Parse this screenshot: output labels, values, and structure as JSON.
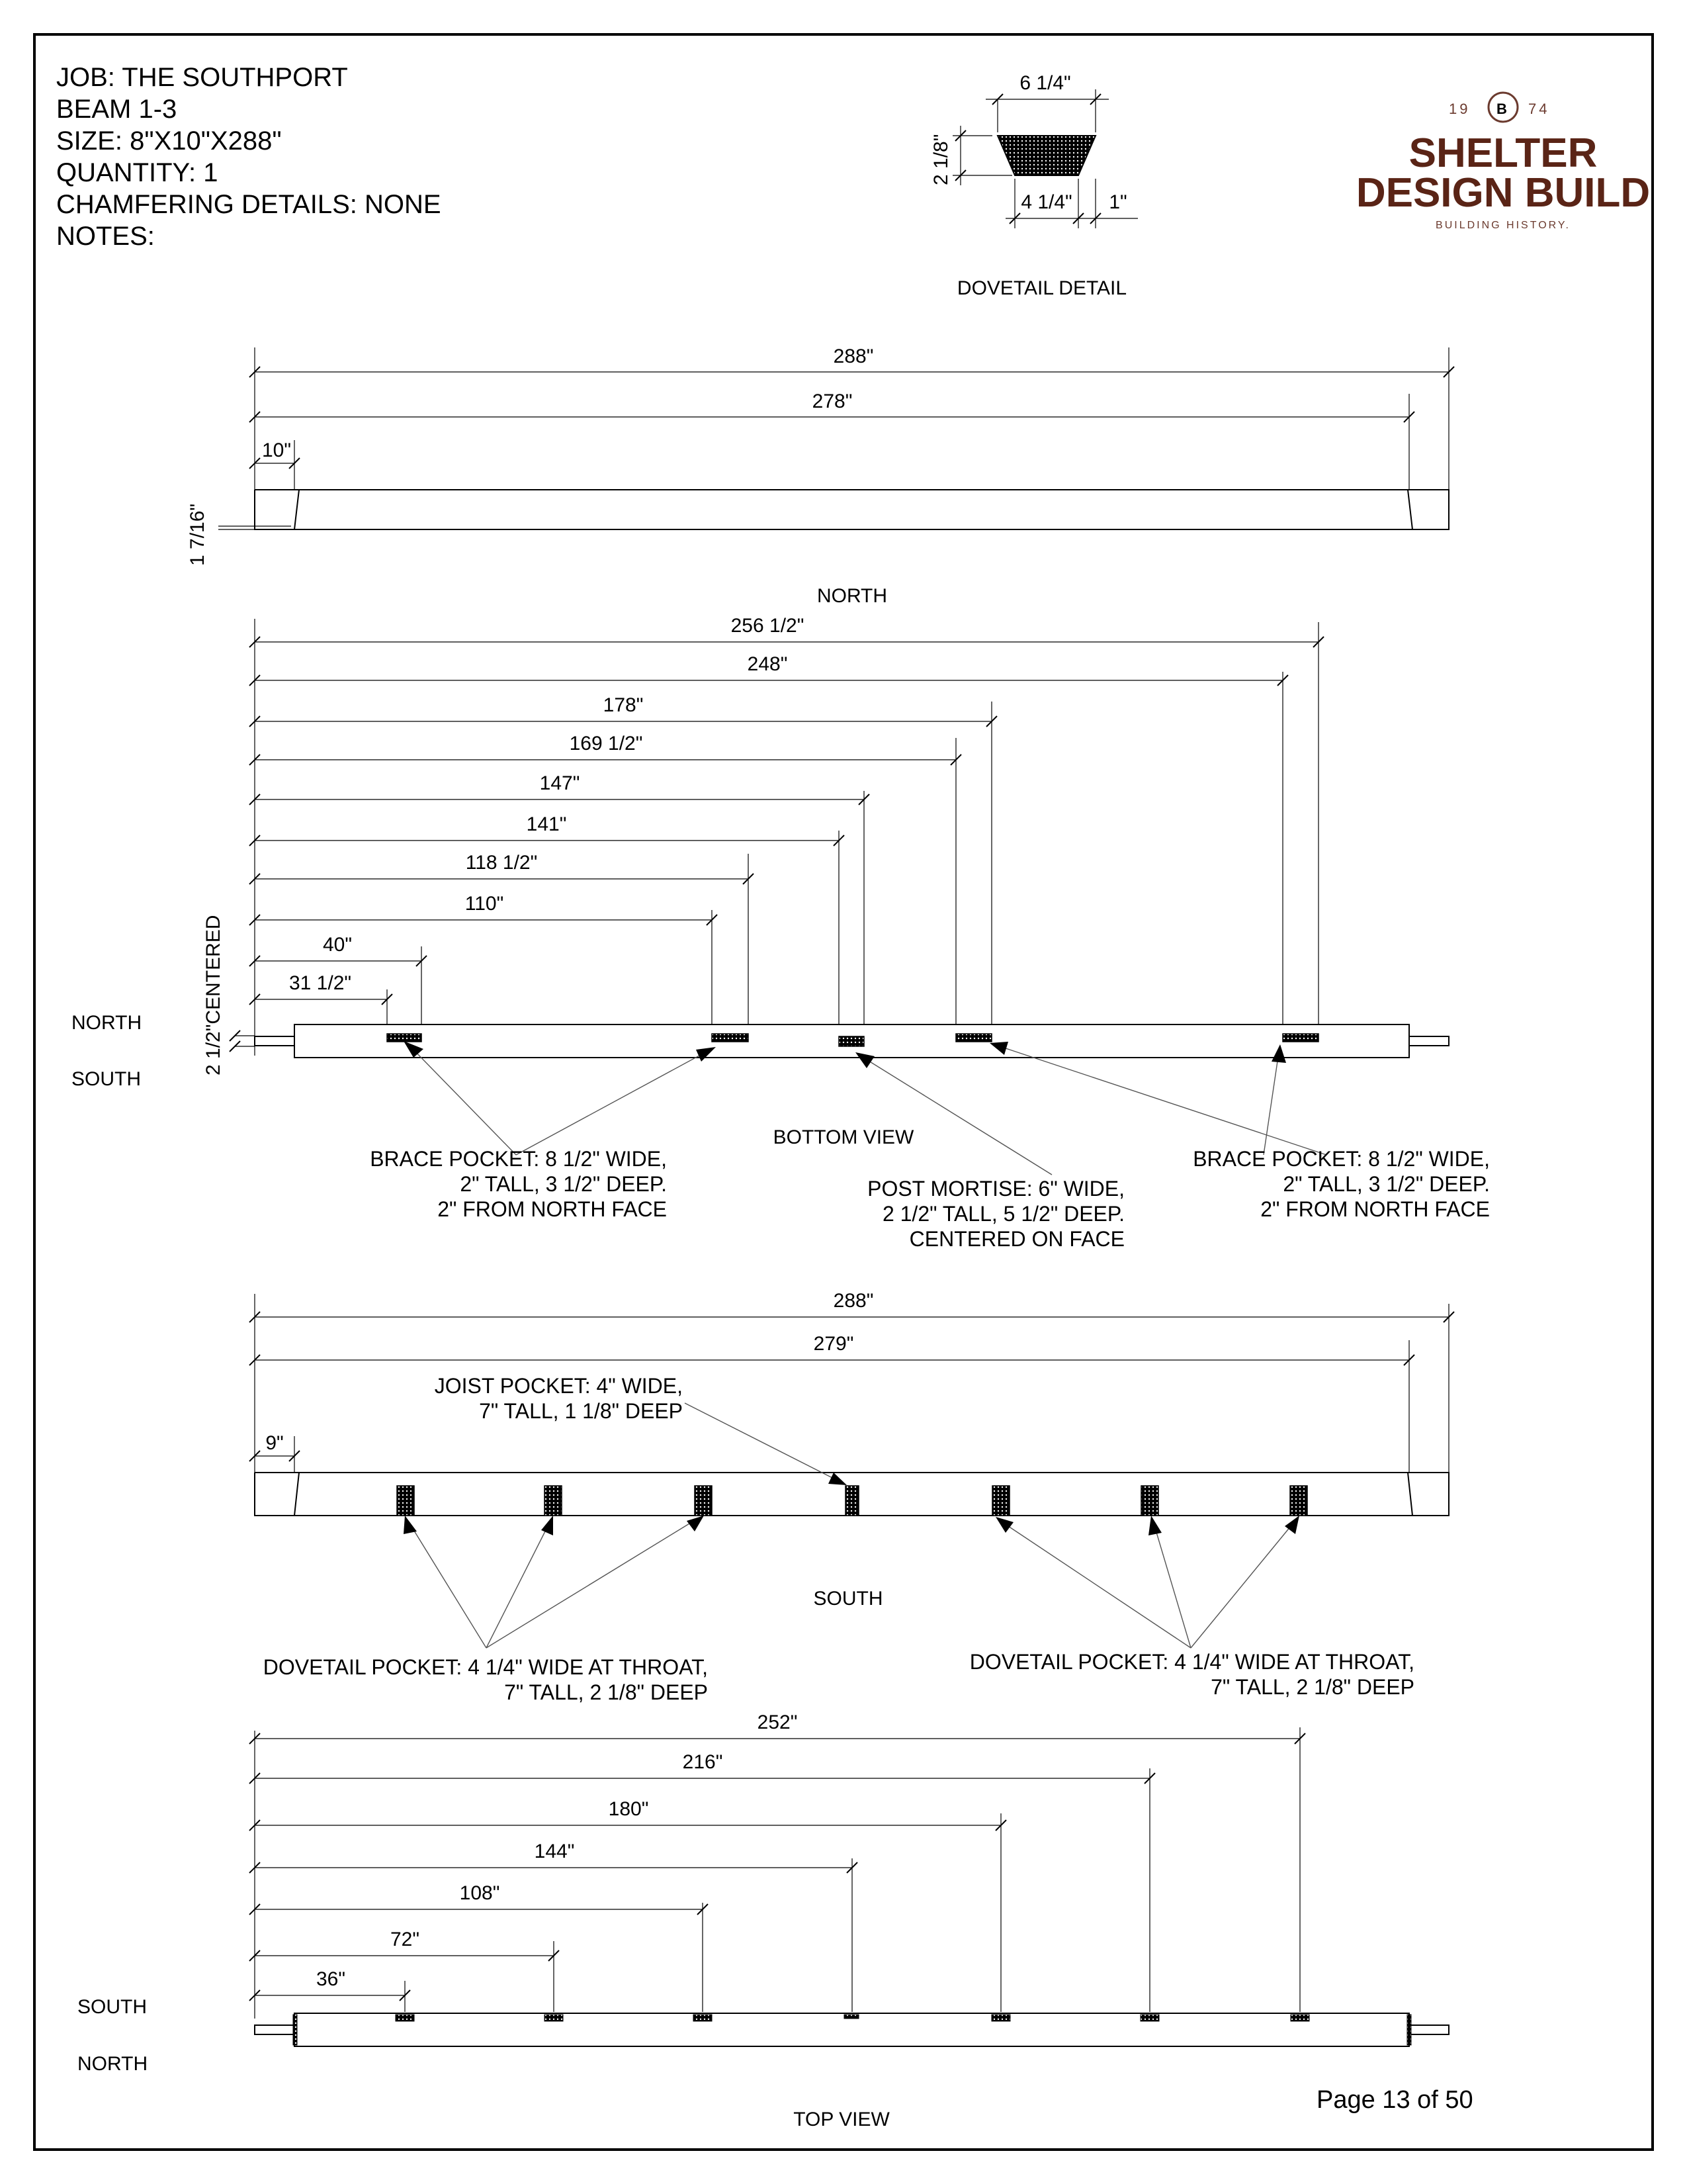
{
  "header": {
    "job": "JOB:  THE SOUTHPORT",
    "beam": "BEAM 1-3",
    "size": "SIZE: 8\"X10\"X288\"",
    "quantity": "QUANTITY: 1",
    "chamfering": "CHAMFERING DETAILS: NONE",
    "notes": "NOTES:"
  },
  "logo": {
    "year_left": "19",
    "year_right": "74",
    "line1": "SHELTER",
    "line2": "DESIGN BUILD",
    "tagline": "BUILDING HISTORY."
  },
  "dovetail_detail": {
    "title": "DOVETAIL DETAIL",
    "top_width": "6 1/4\"",
    "height": "2 1/8\"",
    "bottom_width": "4 1/4\"",
    "offset": "1\""
  },
  "elevation_1": {
    "dims": [
      "288\"",
      "278\"",
      "10\""
    ],
    "vertical_dim": "1 7/16\""
  },
  "bottom_view": {
    "north_top": "NORTH",
    "north_side": "NORTH",
    "south_side": "SOUTH",
    "title": "BOTTOM VIEW",
    "centered_dim": "2 1/2\"CENTERED",
    "dims": [
      "256 1/2\"",
      "248\"",
      "178\"",
      "169 1/2\"",
      "147\"",
      "141\"",
      "118 1/2\"",
      "110\"",
      "40\"",
      "31 1/2\""
    ],
    "brace_left": [
      "BRACE POCKET: 8 1/2\" WIDE,",
      "2\" TALL, 3 1/2\" DEEP.",
      "2\" FROM NORTH FACE"
    ],
    "post_mortise": [
      "POST MORTISE: 6\" WIDE,",
      "2 1/2\" TALL, 5 1/2\" DEEP.",
      "CENTERED ON FACE"
    ],
    "brace_right": [
      "BRACE POCKET: 8 1/2\" WIDE,",
      "2\" TALL, 3 1/2\" DEEP.",
      "2\" FROM NORTH FACE"
    ]
  },
  "elevation_2": {
    "dims": [
      "288\"",
      "279\"",
      "9\""
    ],
    "joist": [
      "JOIST POCKET: 4\" WIDE,",
      "7\" TALL, 1 1/8\" DEEP"
    ],
    "south": "SOUTH",
    "dovetail_left": [
      "DOVETAIL POCKET: 4 1/4\" WIDE AT THROAT,",
      "7\" TALL, 2 1/8\" DEEP"
    ],
    "dovetail_right": [
      "DOVETAIL POCKET: 4 1/4\" WIDE AT THROAT,",
      "7\" TALL, 2 1/8\" DEEP"
    ]
  },
  "top_view": {
    "dims": [
      "252\"",
      "216\"",
      "180\"",
      "144\"",
      "108\"",
      "72\"",
      "36\""
    ],
    "south_side": "SOUTH",
    "north_side": "NORTH",
    "title": "TOP VIEW"
  },
  "footer": {
    "page": "Page 13 of 50"
  }
}
